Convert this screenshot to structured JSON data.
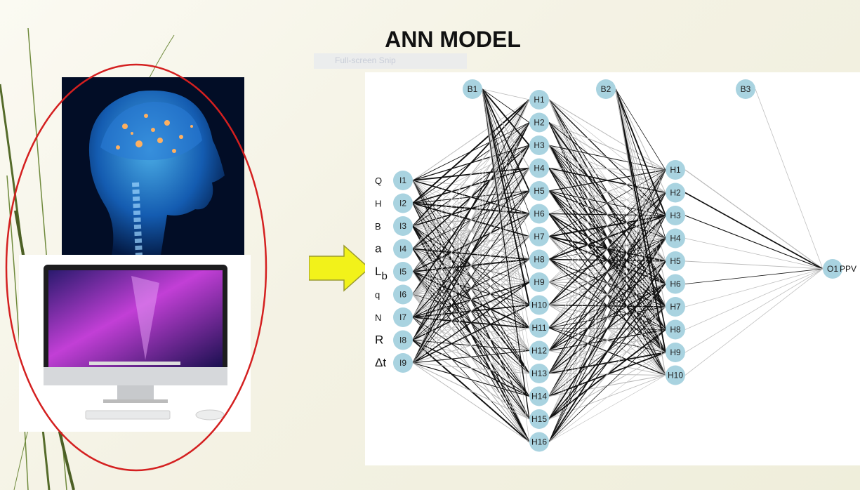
{
  "slide": {
    "title": "ANN MODEL",
    "caption_strip": "Full-screen Snip"
  },
  "colors": {
    "ellipse": "#d42020",
    "arrow_fill": "#f2f21a",
    "arrow_stroke": "#9a9a30",
    "node_fill": "#a9d3e0"
  },
  "icons": [
    "brain-head-illustration",
    "desktop-computer-illustration",
    "right-arrow-icon"
  ],
  "network": {
    "bias_nodes": [
      "B1",
      "B2",
      "B3"
    ],
    "inputs": [
      "I1",
      "I2",
      "I3",
      "I4",
      "I5",
      "I6",
      "I7",
      "I8",
      "I9"
    ],
    "input_labels": [
      {
        "text": "Q"
      },
      {
        "text": "H"
      },
      {
        "text": "B"
      },
      {
        "text": "a"
      },
      {
        "text": "L",
        "sub": "b"
      },
      {
        "text": "q"
      },
      {
        "text": "N"
      },
      {
        "text": "R"
      },
      {
        "text": "Δt"
      }
    ],
    "hidden1": [
      "H1",
      "H2",
      "H3",
      "H4",
      "H5",
      "H6",
      "H7",
      "H8",
      "H9",
      "H10",
      "H11",
      "H12",
      "H13",
      "H14",
      "H15",
      "H16"
    ],
    "hidden2": [
      "H1",
      "H2",
      "H3",
      "H4",
      "H5",
      "H6",
      "H7",
      "H8",
      "H9",
      "H10"
    ],
    "output": "O1",
    "output_label": "PPV"
  }
}
